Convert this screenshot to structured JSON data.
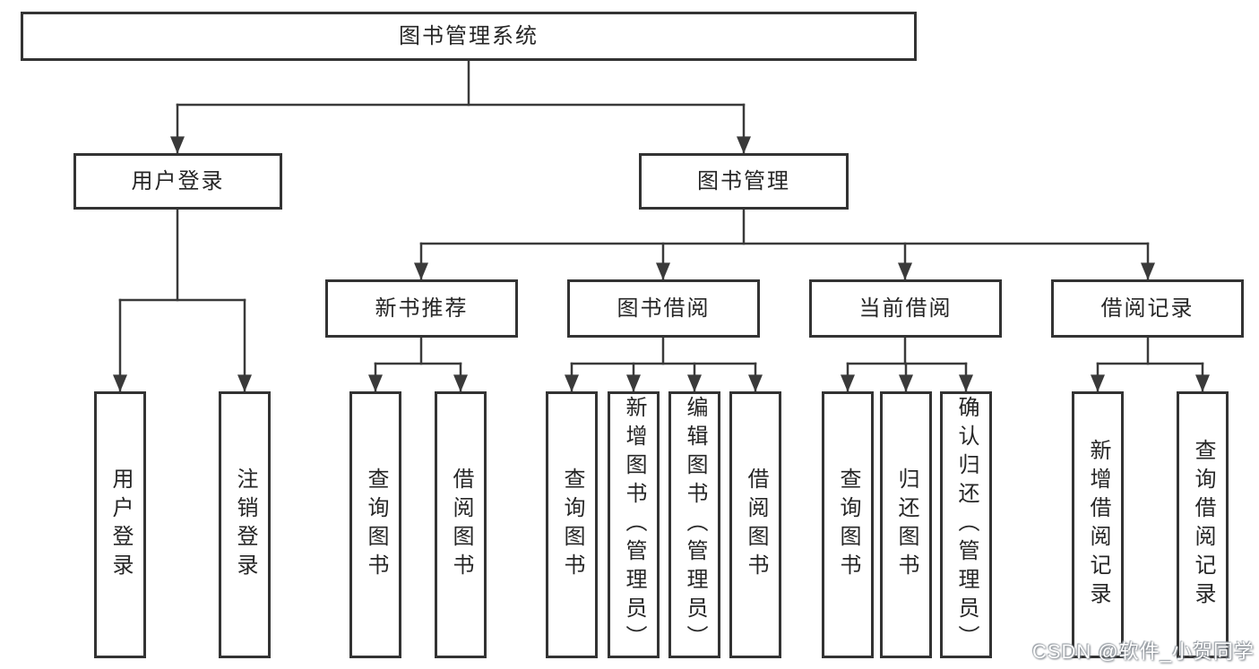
{
  "tree": {
    "root": {
      "label": "图书管理系统"
    },
    "branches": [
      {
        "label": "用户登录",
        "children": [
          {
            "label": "用户登录"
          },
          {
            "label": "注销登录"
          }
        ]
      },
      {
        "label": "图书管理",
        "groups": [
          {
            "label": "新书推荐",
            "children": [
              {
                "label": "查询图书"
              },
              {
                "label": "借阅图书"
              }
            ]
          },
          {
            "label": "图书借阅",
            "children": [
              {
                "label": "查询图书"
              },
              {
                "label": "新增图书（管理员）"
              },
              {
                "label": "编辑图书（管理员）"
              },
              {
                "label": "借阅图书"
              }
            ]
          },
          {
            "label": "当前借阅",
            "children": [
              {
                "label": "查询图书"
              },
              {
                "label": "归还图书"
              },
              {
                "label": "确认归还（管理员）"
              }
            ]
          },
          {
            "label": "借阅记录",
            "children": [
              {
                "label": "新增借阅记录"
              },
              {
                "label": "查询借阅记录"
              }
            ]
          }
        ]
      }
    ]
  },
  "watermark": {
    "text": "CSDN @软件_小贺同学"
  },
  "colors": {
    "box_border": "#333333",
    "connector_line": "#3a3a3a",
    "text": "#262626",
    "background": "#ffffff",
    "watermark_outline": "#8a9097"
  }
}
